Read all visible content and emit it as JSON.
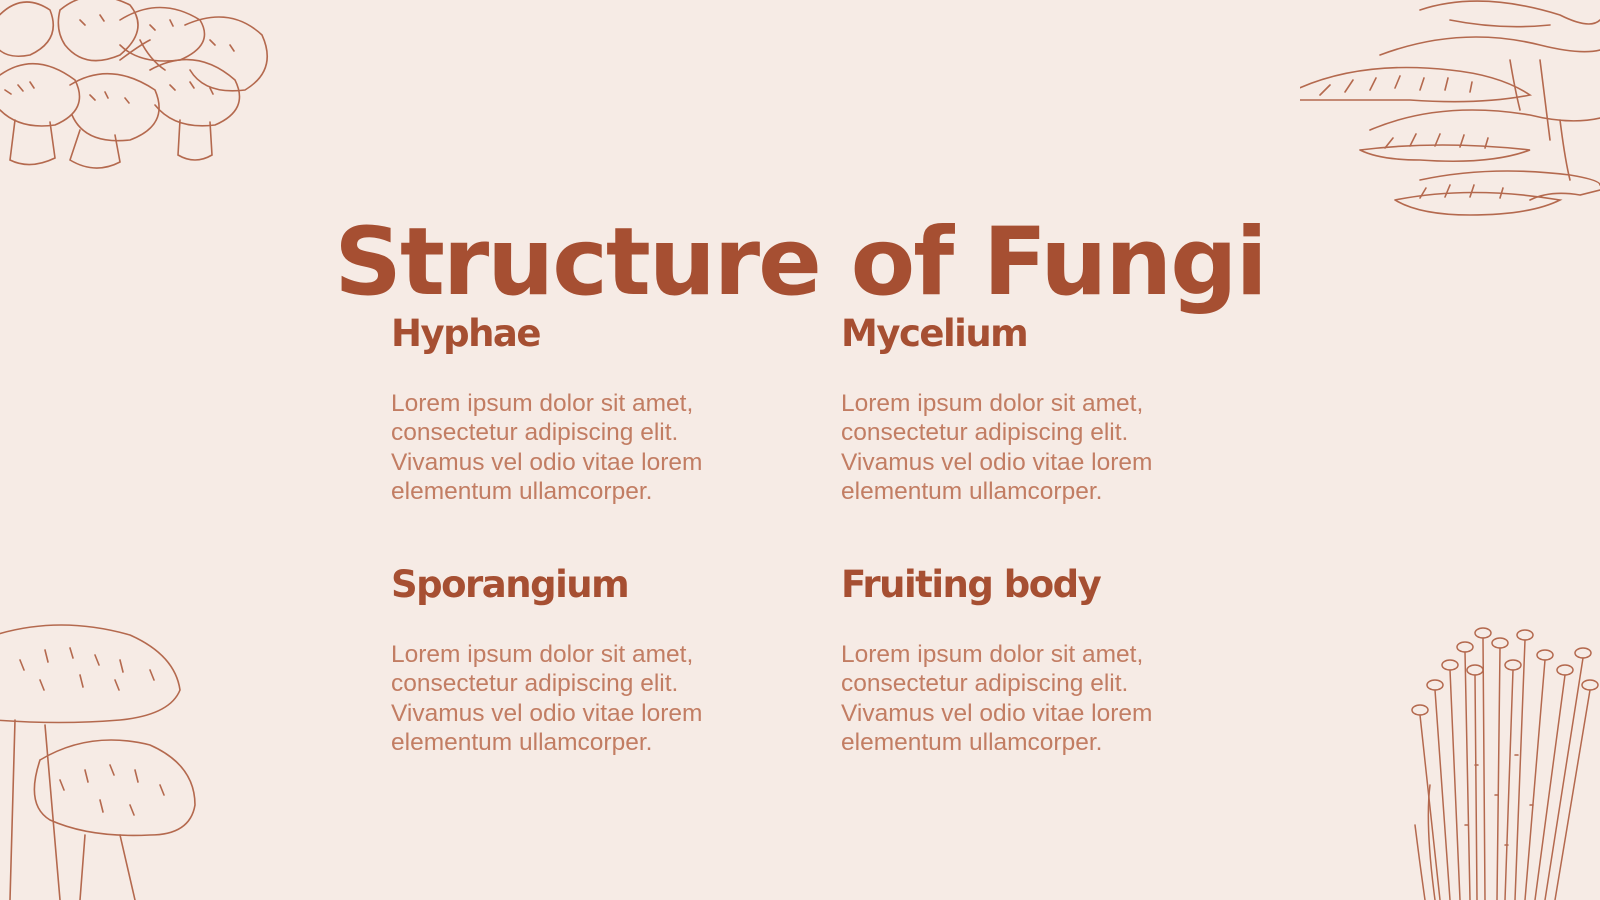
{
  "slide": {
    "title": "Structure of Fungi",
    "items": [
      {
        "heading": "Hyphae",
        "body": "Lorem ipsum dolor sit amet, consectetur adipiscing elit. Vivamus vel odio vitae lorem elementum ullamcorper."
      },
      {
        "heading": "Mycelium",
        "body": "Lorem ipsum dolor sit amet, consectetur adipiscing elit. Vivamus vel odio vitae lorem elementum ullamcorper."
      },
      {
        "heading": "Sporangium",
        "body": "Lorem ipsum dolor sit amet, consectetur adipiscing elit. Vivamus vel odio vitae lorem elementum ullamcorper."
      },
      {
        "heading": "Fruiting body",
        "body": "Lorem ipsum dolor sit amet, consectetur adipiscing elit. Vivamus vel odio vitae lorem elementum ullamcorper."
      }
    ]
  },
  "colors": {
    "background": "#f6ebe5",
    "accent": "#a64f32",
    "body_text": "#c27d63",
    "line_art": "#b4694e"
  },
  "decorations": [
    {
      "name": "button-mushrooms-illustration"
    },
    {
      "name": "oyster-mushrooms-illustration"
    },
    {
      "name": "shiitake-mushrooms-illustration"
    },
    {
      "name": "enoki-mushrooms-illustration"
    }
  ]
}
